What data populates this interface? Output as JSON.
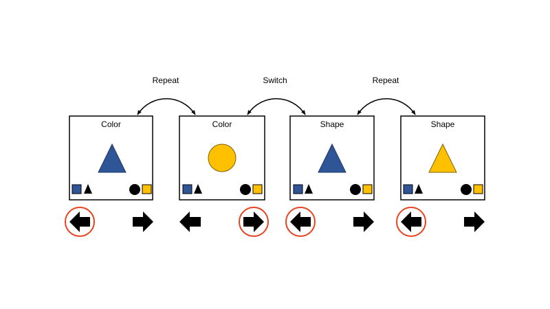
{
  "colors": {
    "blue": "#2f5597",
    "yellow": "#ffc000",
    "black": "#000000",
    "highlight": "#e8411e",
    "border": "#000000",
    "background": "#ffffff"
  },
  "transitions": [
    {
      "label": "Repeat"
    },
    {
      "label": "Switch"
    },
    {
      "label": "Repeat"
    }
  ],
  "trials": [
    {
      "cue": "Color",
      "stimulus": {
        "shape": "triangle",
        "color": "blue"
      },
      "left_key": {
        "shape": "square",
        "color": "blue"
      },
      "left_key2": {
        "shape": "triangle",
        "color": "black"
      },
      "right_key": {
        "shape": "circle",
        "color": "black"
      },
      "right_key2": {
        "shape": "square",
        "color": "yellow"
      },
      "response": "left",
      "left_icon": "arrow-left-icon",
      "right_icon": "arrow-right-icon"
    },
    {
      "cue": "Color",
      "stimulus": {
        "shape": "circle",
        "color": "yellow"
      },
      "left_key": {
        "shape": "square",
        "color": "blue"
      },
      "left_key2": {
        "shape": "triangle",
        "color": "black"
      },
      "right_key": {
        "shape": "circle",
        "color": "black"
      },
      "right_key2": {
        "shape": "square",
        "color": "yellow"
      },
      "response": "right",
      "left_icon": "arrow-left-icon",
      "right_icon": "arrow-right-icon"
    },
    {
      "cue": "Shape",
      "stimulus": {
        "shape": "triangle",
        "color": "blue"
      },
      "left_key": {
        "shape": "square",
        "color": "blue"
      },
      "left_key2": {
        "shape": "triangle",
        "color": "black"
      },
      "right_key": {
        "shape": "circle",
        "color": "black"
      },
      "right_key2": {
        "shape": "square",
        "color": "yellow"
      },
      "response": "left",
      "left_icon": "arrow-left-icon",
      "right_icon": "arrow-right-icon"
    },
    {
      "cue": "Shape",
      "stimulus": {
        "shape": "triangle",
        "color": "yellow"
      },
      "left_key": {
        "shape": "square",
        "color": "blue"
      },
      "left_key2": {
        "shape": "triangle",
        "color": "black"
      },
      "right_key": {
        "shape": "circle",
        "color": "black"
      },
      "right_key2": {
        "shape": "square",
        "color": "yellow"
      },
      "response": "left",
      "left_icon": "arrow-left-icon",
      "right_icon": "arrow-right-icon"
    }
  ]
}
